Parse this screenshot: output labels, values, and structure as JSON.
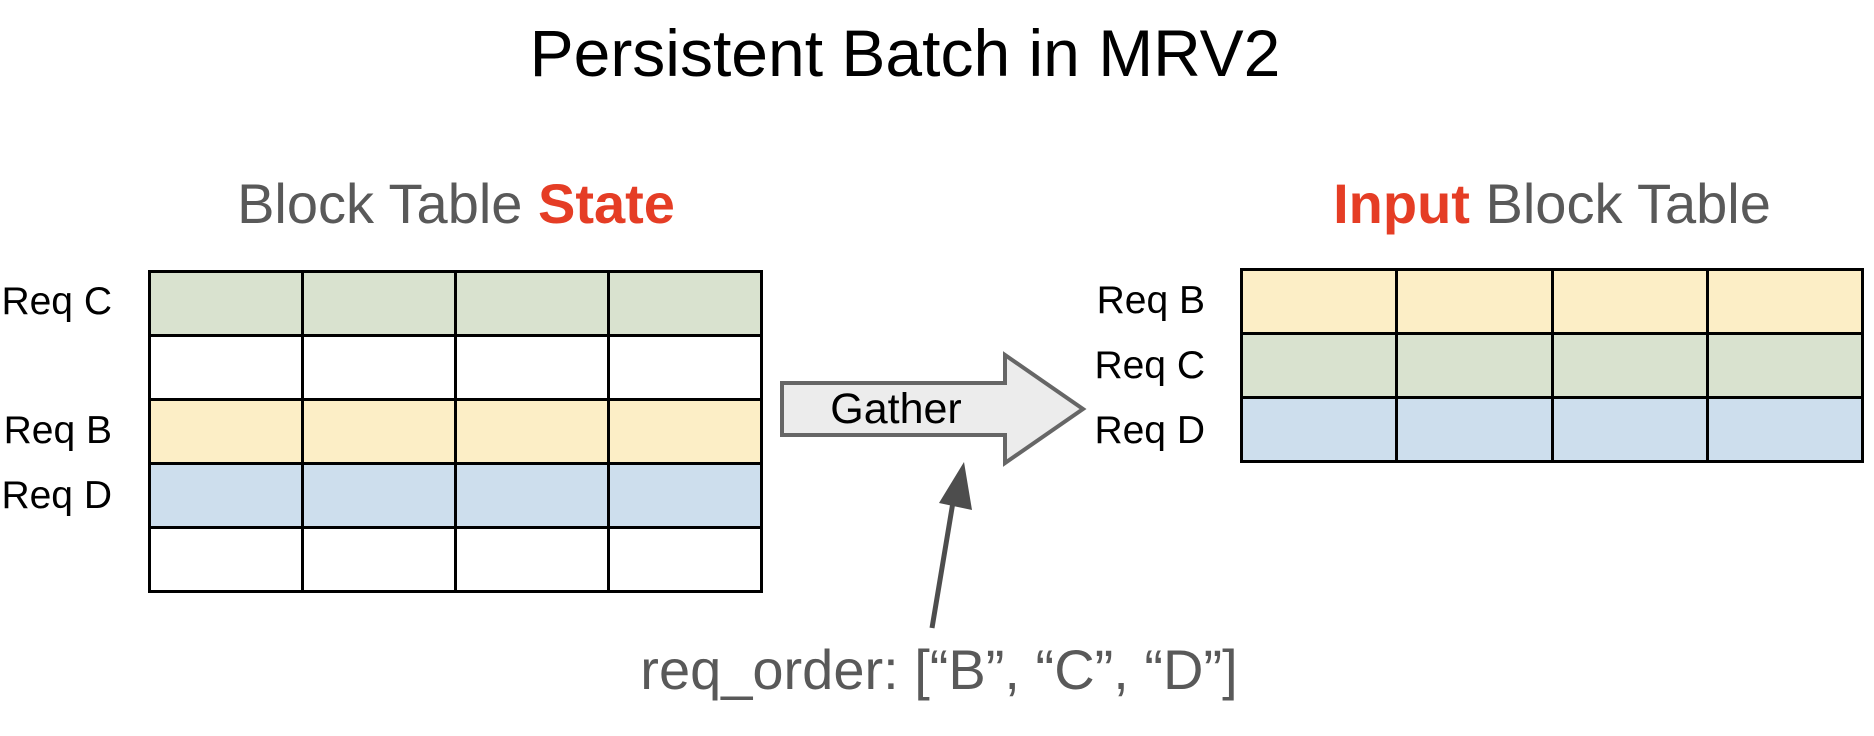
{
  "title": "Persistent Batch in MRV2",
  "colors": {
    "green": "#d9e2cf",
    "yellow": "#fceec6",
    "blue": "#cddeed",
    "white": "#ffffff",
    "red": "#e53d25",
    "gray_text": "#595959",
    "arrow_fill": "#ececec",
    "arrow_border": "#666666",
    "thin_arrow": "#4d4d4d"
  },
  "left_table": {
    "title_plain": "Block Table ",
    "title_accent": "State",
    "columns": 4,
    "rows": [
      {
        "fill": "green"
      },
      {
        "fill": "white"
      },
      {
        "fill": "yellow"
      },
      {
        "fill": "blue"
      },
      {
        "fill": "white"
      }
    ],
    "labels": [
      {
        "text": "Req C",
        "row": 0
      },
      {
        "text": "Req B",
        "row": 2
      },
      {
        "text": "Req D",
        "row": 3
      }
    ]
  },
  "right_table": {
    "title_accent": "Input",
    "title_plain": " Block Table",
    "columns": 4,
    "rows": [
      {
        "fill": "yellow"
      },
      {
        "fill": "green"
      },
      {
        "fill": "blue"
      }
    ],
    "labels": [
      {
        "text": "Req B",
        "row": 0
      },
      {
        "text": "Req C",
        "row": 1
      },
      {
        "text": "Req D",
        "row": 2
      }
    ]
  },
  "gather_arrow": {
    "label": "Gather"
  },
  "annotation": {
    "text": "req_order: [“B”, “C”, “D”]"
  }
}
